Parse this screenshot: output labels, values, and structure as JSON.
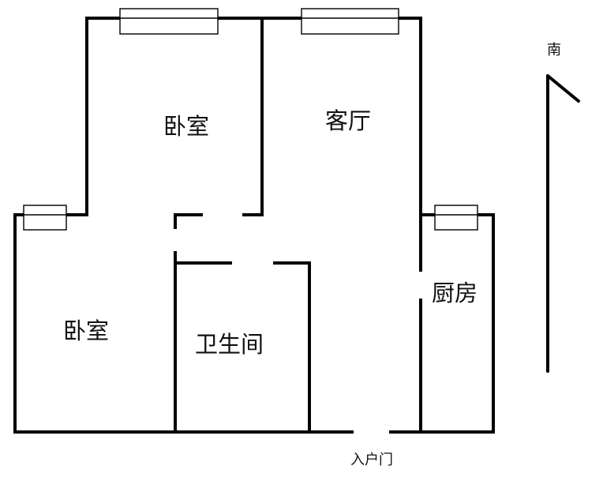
{
  "rooms": {
    "bedroom_north": "卧室",
    "living_room": "客厅",
    "bedroom_south": "卧室",
    "bathroom": "卫生间",
    "kitchen": "厨房"
  },
  "entrance": "入户门",
  "compass": {
    "label": "南"
  },
  "colors": {
    "wall": "#000000",
    "background": "#ffffff"
  }
}
